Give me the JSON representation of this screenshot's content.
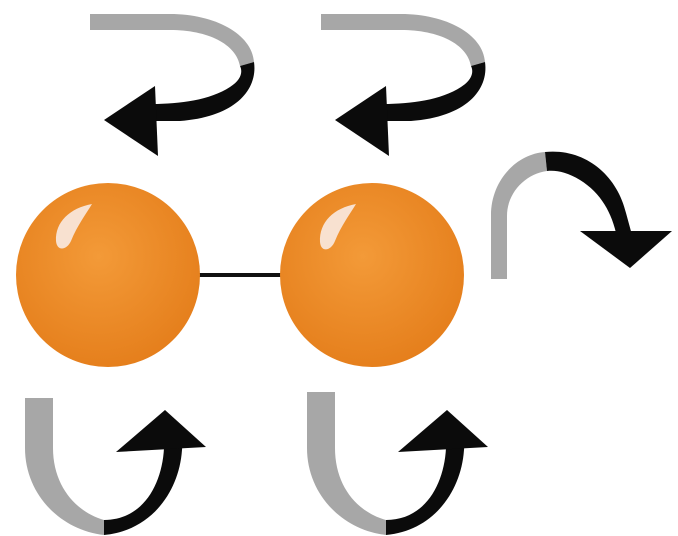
{
  "diagram": {
    "colors": {
      "background": "#ffffff",
      "atom": "#ef8a24",
      "atom_shade": "#e27d1a",
      "highlight": "#f8e1d0",
      "bond": "#111111",
      "ribbon_grey": "#a7a7a7",
      "arrow_black": "#0b0b0b"
    },
    "atoms": [
      {
        "id": "left-atom",
        "shape": "sphere-icon"
      },
      {
        "id": "right-atom",
        "shape": "sphere-icon"
      }
    ],
    "bond": {
      "from": "left-atom",
      "to": "right-atom",
      "type": "single"
    },
    "rotation_arrows": [
      {
        "id": "top-left",
        "icon": "curved-arrow-left-icon"
      },
      {
        "id": "top-middle",
        "icon": "curved-arrow-left-icon"
      },
      {
        "id": "right",
        "icon": "curved-arrow-down-icon"
      },
      {
        "id": "bottom-left",
        "icon": "curved-arrow-up-icon"
      },
      {
        "id": "bottom-middle",
        "icon": "curved-arrow-up-icon"
      }
    ]
  }
}
